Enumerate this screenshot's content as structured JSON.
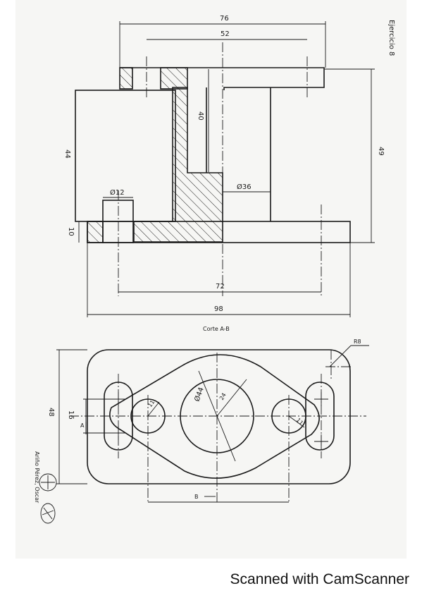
{
  "exercise_title": "Ejercicio 8",
  "section_title": "Corte A-B",
  "author": "Ariño Pérez, Oscar",
  "footer": "Scanned with CamScanner",
  "section_view": {
    "dimensions": {
      "top_width": "76",
      "inner_width": "52",
      "center_height": "40",
      "bore": "Ø36",
      "left_height": "44",
      "total_height": "49",
      "hole": "Ø12",
      "base_thickness": "10",
      "hole_spacing": "72",
      "base_width": "98"
    }
  },
  "plan_view": {
    "dimensions": {
      "corner_radius": "R8",
      "height": "48",
      "slot_width": "16",
      "center_diameter": "Ø44",
      "center_radius": "24",
      "left_radius": "11",
      "right_radius": "11"
    },
    "labels": {
      "section_a": "A",
      "section_b": "B"
    }
  }
}
